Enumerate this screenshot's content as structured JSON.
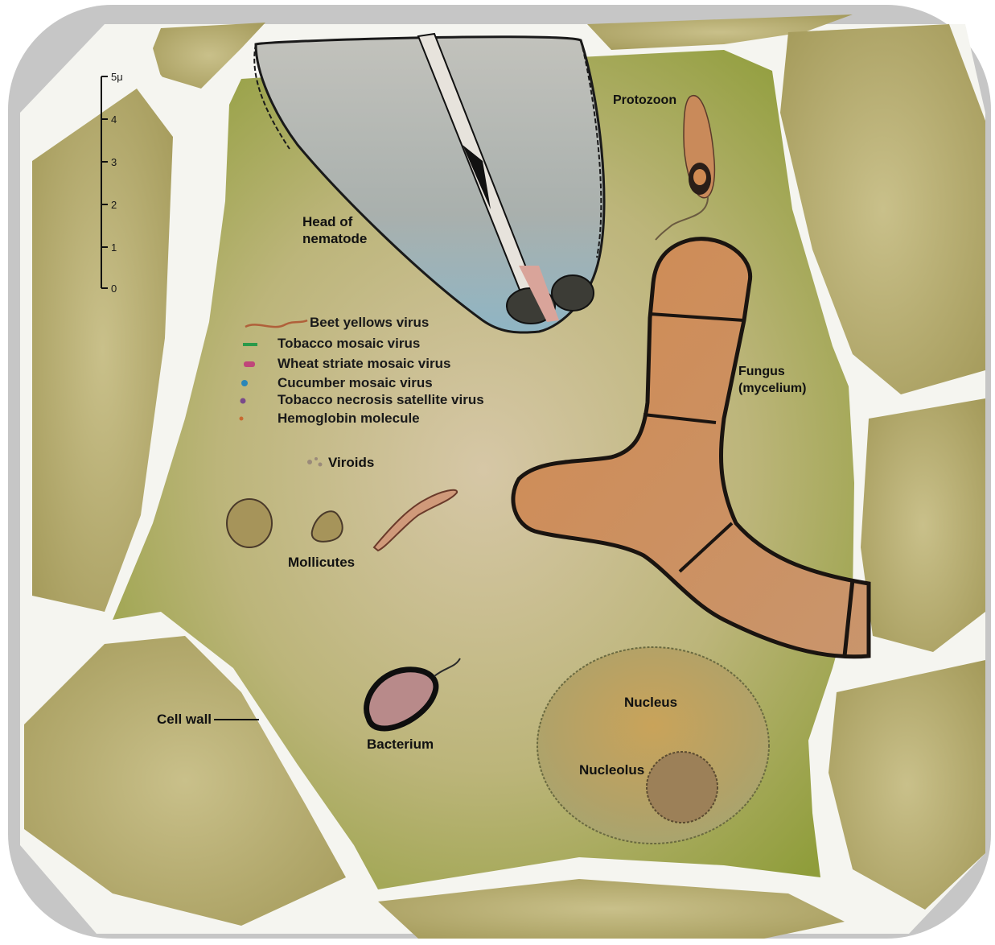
{
  "scale_bar": {
    "ticks": [
      "5μ",
      "4",
      "3",
      "2",
      "1",
      "0"
    ]
  },
  "labels": {
    "nematode": [
      "Head of",
      "nematode"
    ],
    "protozoon": "Protozoon",
    "fungus": [
      "Fungus",
      "(mycelium)"
    ],
    "viroids": "Viroids",
    "mollicutes": "Mollicutes",
    "bacterium": "Bacterium",
    "nucleus": "Nucleus",
    "nucleolus": "Nucleolus",
    "cell_wall": "Cell wall"
  },
  "legend": [
    {
      "label": "Beet yellows virus",
      "color": "#b0603a",
      "icon": "wavy-line-icon"
    },
    {
      "label": "Tobacco mosaic virus",
      "color": "#2a9a4a",
      "icon": "rod-icon"
    },
    {
      "label": "Wheat striate mosaic virus",
      "color": "#c0467a",
      "icon": "bullet-icon"
    },
    {
      "label": "Cucumber mosaic virus",
      "color": "#2a86b8",
      "icon": "dot-icon"
    },
    {
      "label": "Tobacco necrosis satellite virus",
      "color": "#7a4a8a",
      "icon": "dot-icon"
    },
    {
      "label": "Hemoglobin molecule",
      "color": "#c86a30",
      "icon": "dot-icon"
    }
  ],
  "colors": {
    "frame": "#c4c4c4",
    "cell_wall": "#f6f6f2",
    "cytoplasm": "#9aa54a",
    "neighbor_cells": "#b8ad70",
    "fungus": "#c87a4a",
    "nucleus": "#b8a460",
    "nematode": "#b0b4a8"
  }
}
